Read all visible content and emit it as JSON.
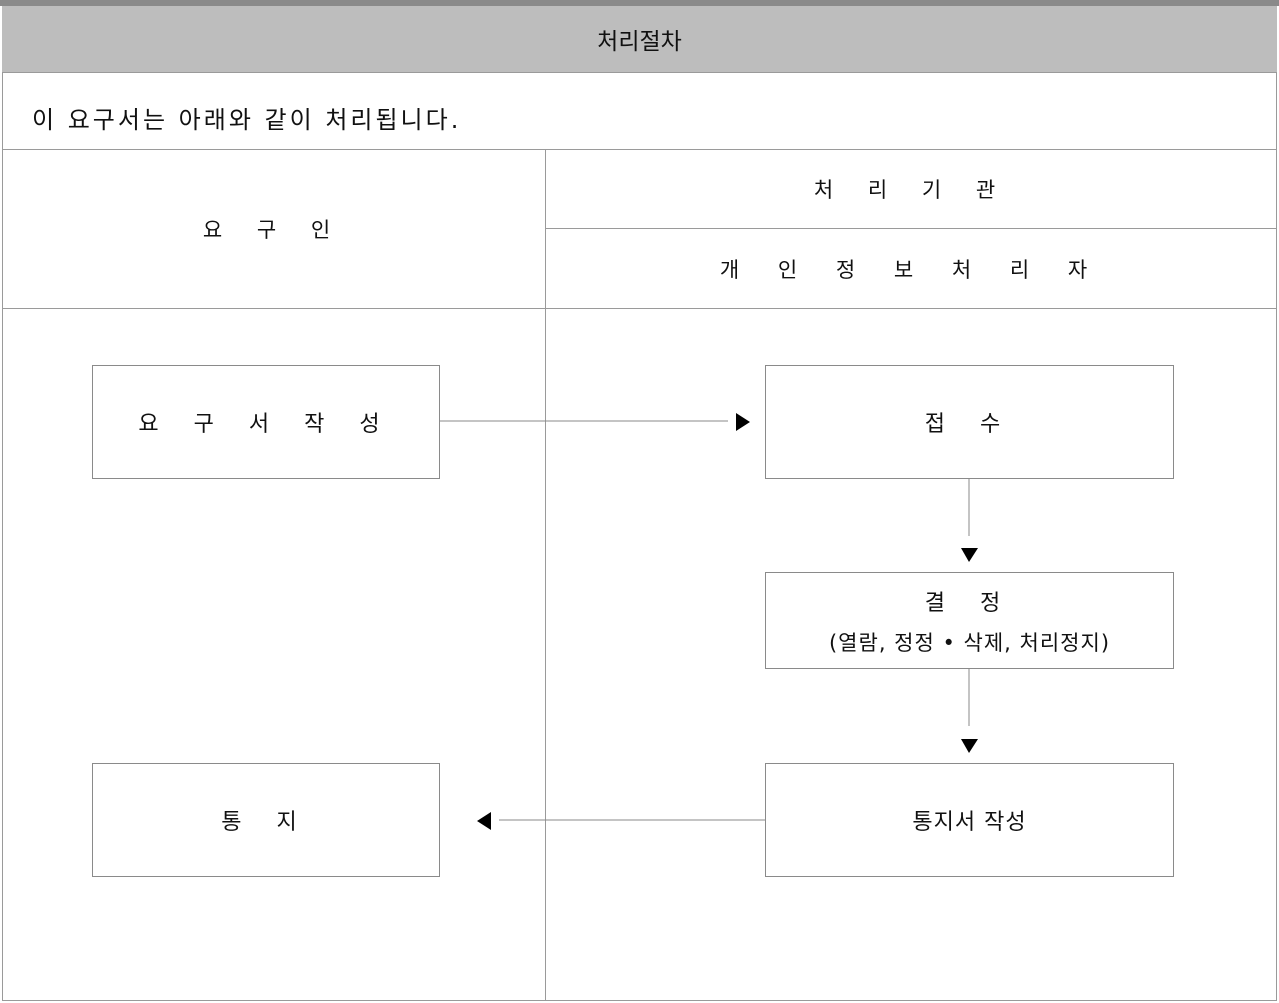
{
  "header": {
    "title": "처리절차"
  },
  "intro": {
    "text": "이 요구서는 아래와 같이 처리됩니다."
  },
  "columns": {
    "requester": "요 구 인",
    "processor_title": "처 리 기 관",
    "processor_sub": "개 인 정 보 처 리 자"
  },
  "steps": {
    "write_request": "요 구 서 작 성",
    "receipt": "접 수",
    "decision": "결 정",
    "decision_detail": "(열람, 정정 • 삭제, 처리정지)",
    "write_notice": "통지서 작성",
    "notice": "통 지"
  },
  "colors": {
    "header_bg": "#bdbdbd",
    "line": "#9a9a9a",
    "arrow": "#000000"
  }
}
